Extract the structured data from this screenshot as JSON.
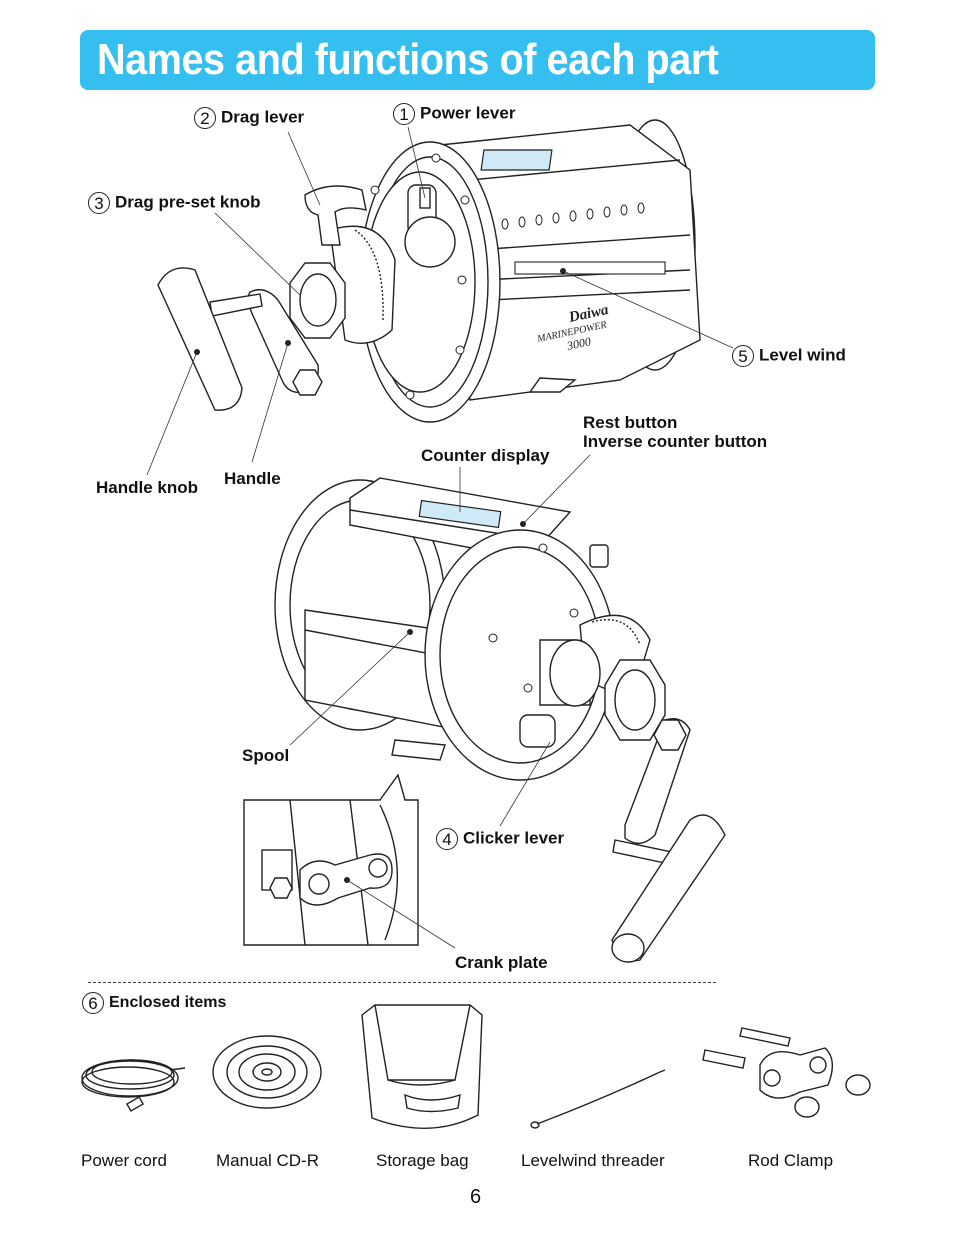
{
  "header": {
    "title": "Names and functions of each part"
  },
  "parts": {
    "power_lever": {
      "num": "1",
      "label": "Power lever"
    },
    "drag_lever": {
      "num": "2",
      "label": "Drag lever"
    },
    "drag_preset_knob": {
      "num": "3",
      "label": "Drag pre-set knob"
    },
    "clicker_lever": {
      "num": "4",
      "label": "Clicker lever"
    },
    "level_wind": {
      "num": "5",
      "label": "Level wind"
    },
    "handle_knob": {
      "label": "Handle knob"
    },
    "handle": {
      "label": "Handle"
    },
    "counter_display": {
      "label": "Counter display"
    },
    "rest_button": {
      "label": "Rest button"
    },
    "inverse_counter_button": {
      "label": "Inverse counter button"
    },
    "spool": {
      "label": "Spool"
    },
    "crank_plate": {
      "label": "Crank plate"
    }
  },
  "reel_branding": {
    "brand": "Daiwa",
    "model": "MARINEPOWER",
    "model_number": "3000"
  },
  "enclosed": {
    "num": "6",
    "label": "Enclosed items",
    "items": [
      "Power cord",
      "Manual CD-R",
      "Storage bag",
      "Levelwind threader",
      "Rod Clamp"
    ]
  },
  "footer": {
    "page_number": "6"
  }
}
